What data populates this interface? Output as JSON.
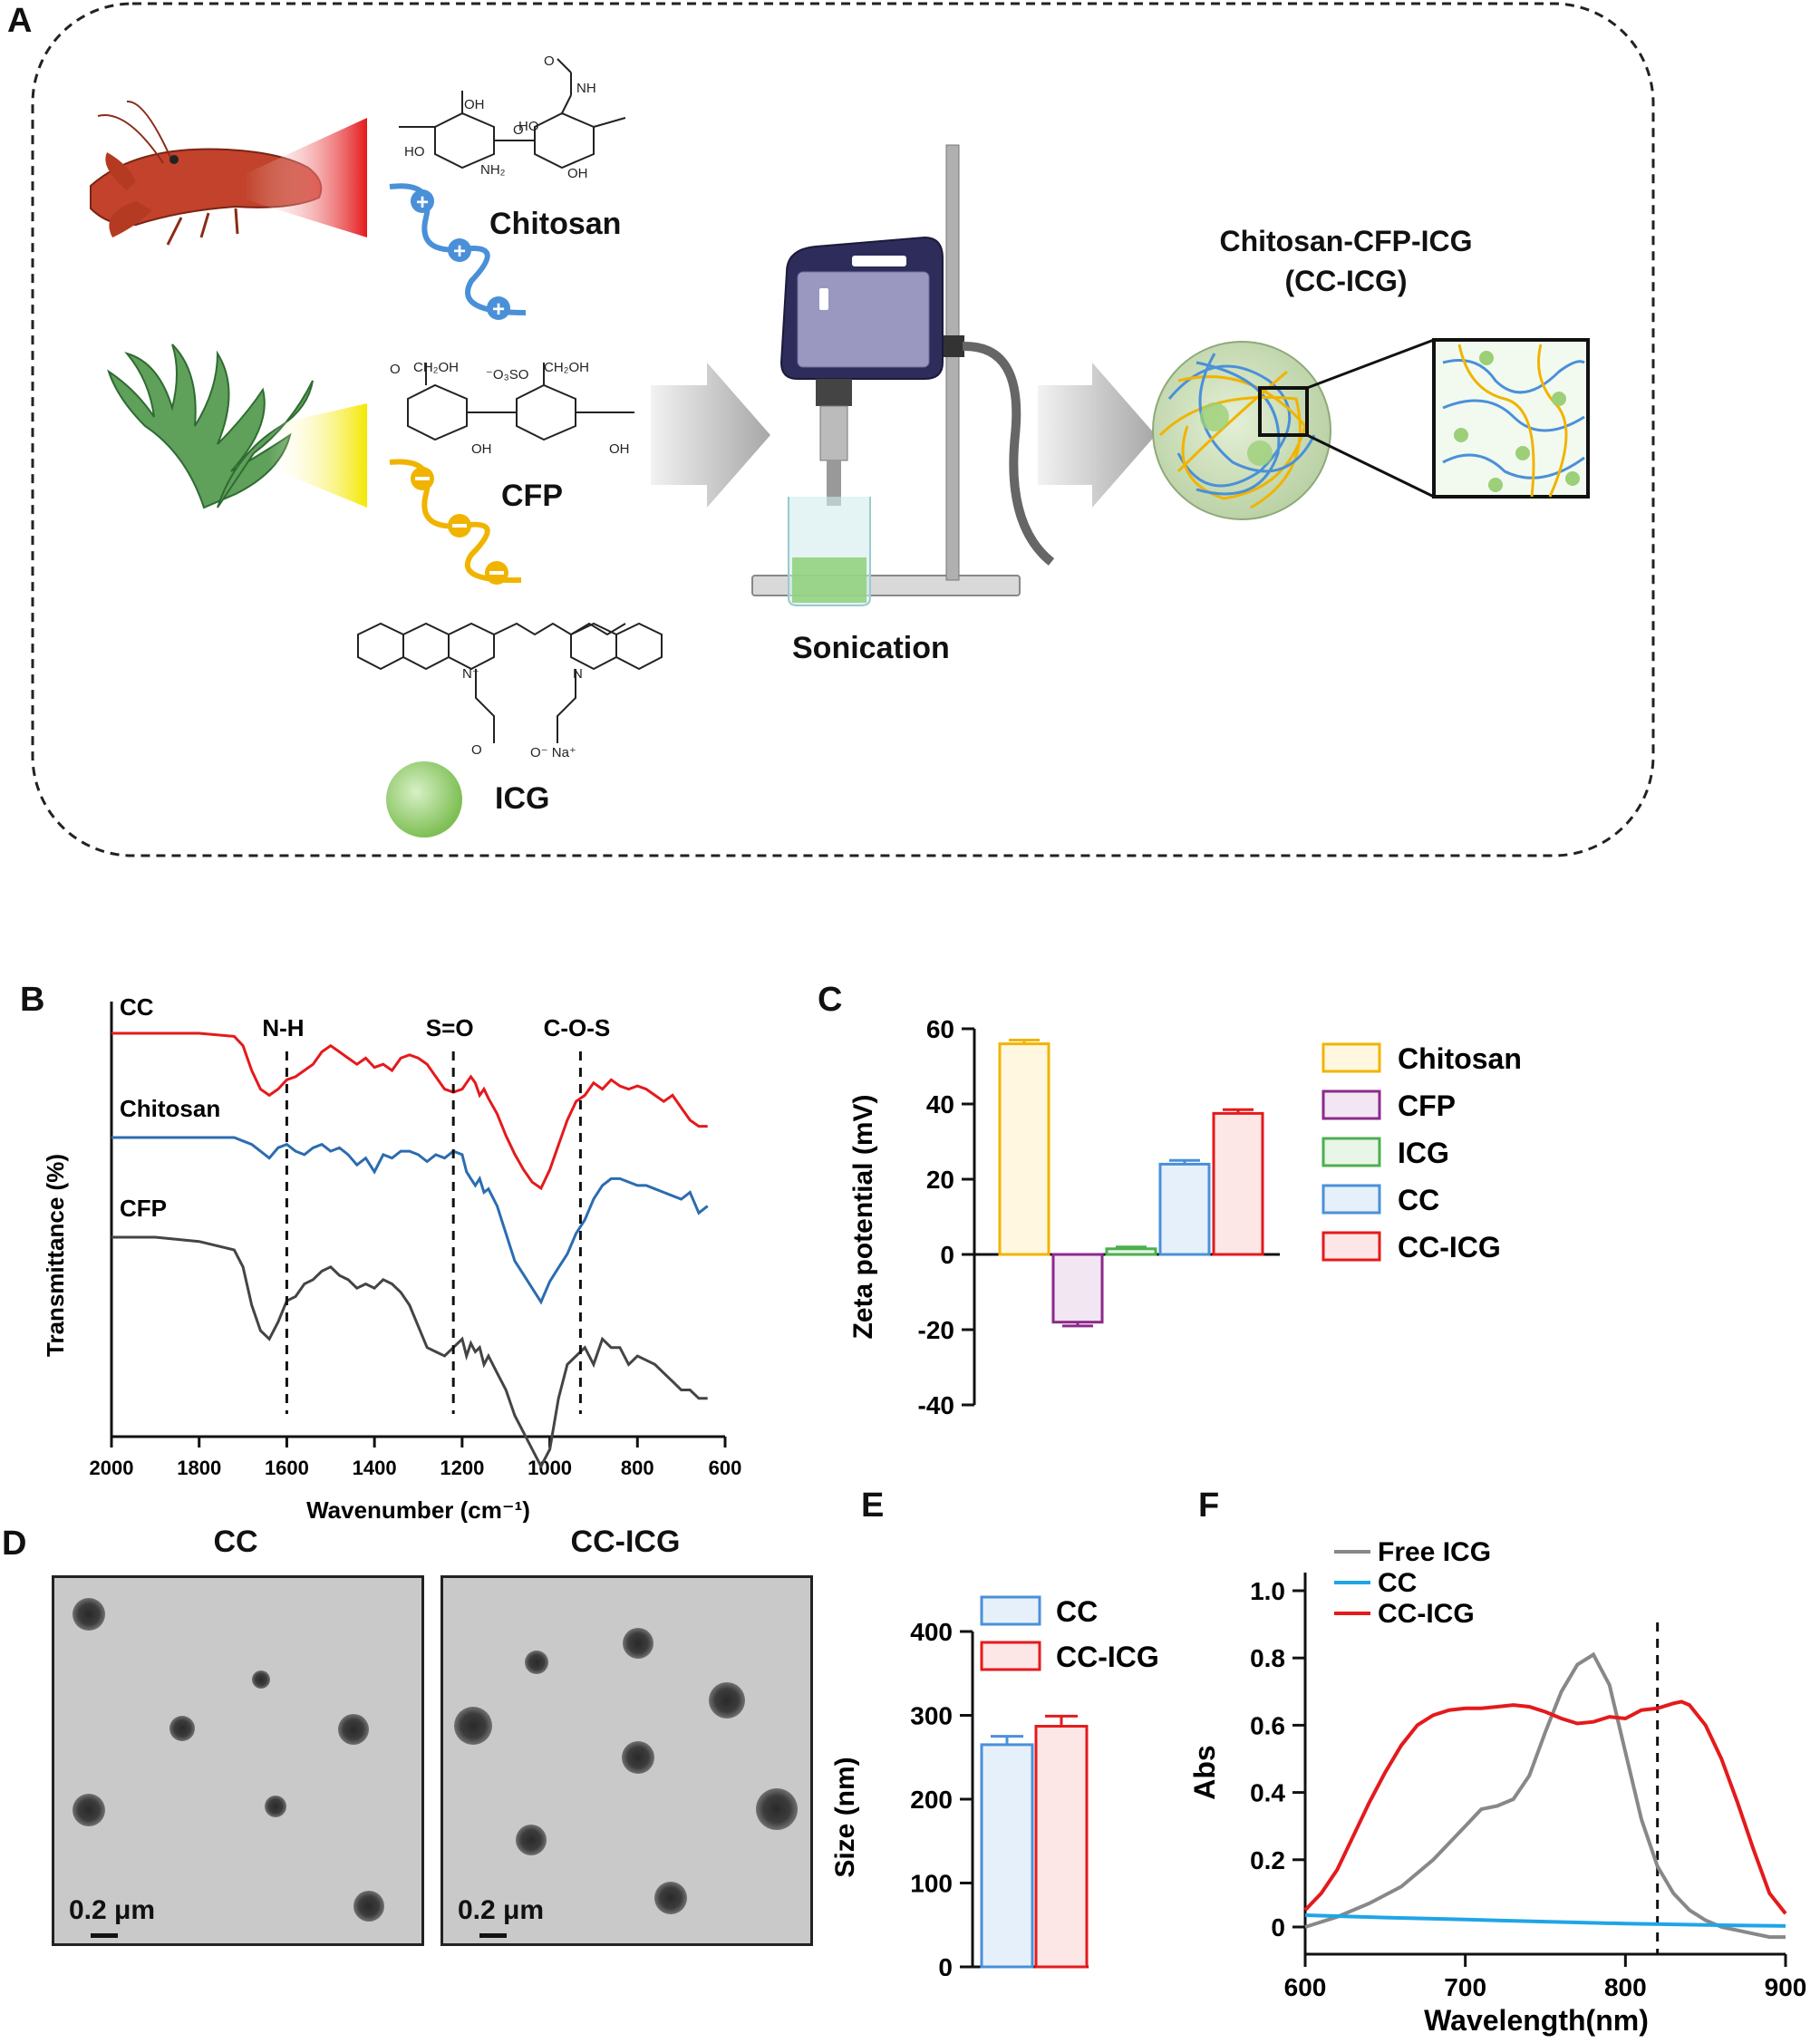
{
  "panels": {
    "A": {
      "letter": "A",
      "chem_labels": {
        "chitosan": "Chitosan",
        "cfp": "CFP",
        "icg": "ICG",
        "sonication": "Sonication",
        "product_line1": "Chitosan-CFP-ICG",
        "product_line2": "(CC-ICG)"
      },
      "structure_text": {
        "oh": "OH",
        "ho": "HO",
        "nh2": "NH₂",
        "nh": "NH",
        "o": "O",
        "ch2oh": "CH₂OH",
        "oso3": "⁻O₃SO",
        "na": "O⁻ Na⁺",
        "n_plus": "N⁺",
        "n": "N"
      },
      "colors": {
        "chitosan": "#4a90d9",
        "cfp": "#f0b400",
        "icg": "#8cc96a",
        "red_beam": "#e41a1c",
        "yellow_beam": "#f4e800"
      }
    },
    "B": {
      "letter": "B",
      "chart_data": {
        "type": "line",
        "xlabel": "Wavenumber (cm⁻¹)",
        "ylabel": "Transmittance (%)",
        "xlim": [
          2000,
          600
        ],
        "xticks": [
          "2000",
          "1800",
          "1600",
          "1400",
          "1200",
          "1000",
          "800",
          "600"
        ],
        "annotations": [
          {
            "label": "N-H",
            "x": 1600
          },
          {
            "label": "S=O",
            "x": 1220
          },
          {
            "label": "C-O-S",
            "x": 930
          }
        ],
        "series": [
          {
            "name": "CC",
            "color": "#e41a1c",
            "x": [
              2000,
              1900,
              1800,
              1720,
              1700,
              1680,
              1660,
              1640,
              1620,
              1600,
              1580,
              1560,
              1540,
              1520,
              1500,
              1480,
              1460,
              1440,
              1420,
              1400,
              1380,
              1360,
              1340,
              1320,
              1300,
              1280,
              1260,
              1240,
              1220,
              1200,
              1190,
              1180,
              1170,
              1160,
              1150,
              1140,
              1120,
              1100,
              1080,
              1060,
              1040,
              1020,
              1000,
              980,
              960,
              940,
              920,
              900,
              880,
              860,
              840,
              820,
              800,
              780,
              760,
              740,
              720,
              700,
              680,
              660,
              640
            ],
            "y": [
              100,
              100,
              100,
              99,
              96,
              88,
              82,
              80,
              82,
              85,
              86,
              88,
              90,
              94,
              96,
              94,
              92,
              90,
              92,
              89,
              90,
              88,
              92,
              93,
              92,
              90,
              86,
              82,
              81,
              82,
              84,
              86,
              84,
              80,
              82,
              79,
              74,
              67,
              61,
              56,
              52,
              50,
              56,
              64,
              72,
              78,
              80,
              84,
              82,
              85,
              83,
              82,
              83,
              82,
              80,
              78,
              80,
              76,
              72,
              70,
              70
            ]
          },
          {
            "name": "Chitosan",
            "color": "#2b6cb0",
            "x": [
              2000,
              1900,
              1800,
              1720,
              1700,
              1680,
              1660,
              1640,
              1620,
              1600,
              1580,
              1560,
              1540,
              1520,
              1500,
              1480,
              1460,
              1440,
              1420,
              1400,
              1380,
              1360,
              1340,
              1320,
              1300,
              1280,
              1260,
              1240,
              1220,
              1200,
              1190,
              1180,
              1170,
              1160,
              1150,
              1140,
              1120,
              1100,
              1080,
              1060,
              1040,
              1020,
              1000,
              980,
              960,
              940,
              920,
              900,
              880,
              860,
              840,
              820,
              800,
              780,
              760,
              740,
              720,
              700,
              680,
              660,
              640
            ],
            "y": [
              100,
              100,
              100,
              100,
              99,
              98,
              96,
              94,
              97,
              98,
              96,
              95,
              97,
              98,
              96,
              97,
              95,
              92,
              94,
              90,
              95,
              94,
              96,
              96,
              95,
              93,
              95,
              94,
              96,
              95,
              90,
              88,
              86,
              88,
              84,
              85,
              80,
              72,
              64,
              60,
              56,
              52,
              58,
              62,
              66,
              72,
              76,
              82,
              86,
              88,
              88,
              87,
              86,
              86,
              85,
              84,
              83,
              82,
              84,
              78,
              80
            ]
          },
          {
            "name": "CFP",
            "color": "#444444",
            "x": [
              2000,
              1900,
              1800,
              1720,
              1700,
              1680,
              1660,
              1640,
              1620,
              1600,
              1580,
              1560,
              1540,
              1520,
              1500,
              1480,
              1460,
              1440,
              1420,
              1400,
              1380,
              1360,
              1340,
              1320,
              1300,
              1280,
              1260,
              1240,
              1220,
              1200,
              1190,
              1180,
              1170,
              1160,
              1150,
              1140,
              1120,
              1100,
              1080,
              1060,
              1040,
              1020,
              1000,
              980,
              960,
              940,
              920,
              900,
              880,
              860,
              840,
              820,
              800,
              780,
              760,
              740,
              720,
              700,
              680,
              660,
              640
            ],
            "y": [
              100,
              100,
              99,
              97,
              93,
              84,
              78,
              76,
              80,
              85,
              86,
              89,
              90,
              92,
              93,
              91,
              90,
              88,
              89,
              88,
              90,
              89,
              87,
              84,
              79,
              74,
              73,
              72,
              74,
              76,
              72,
              75,
              73,
              74,
              70,
              72,
              68,
              64,
              58,
              54,
              50,
              46,
              50,
              62,
              70,
              72,
              74,
              70,
              76,
              74,
              74,
              70,
              72,
              71,
              70,
              68,
              66,
              64,
              64,
              62,
              62
            ]
          }
        ]
      }
    },
    "C": {
      "letter": "C",
      "chart_data": {
        "type": "bar",
        "ylabel": "Zeta potential (mV)",
        "ylim": [
          -40,
          60
        ],
        "yticks": [
          "60",
          "40",
          "20",
          "0",
          "-20",
          "-40"
        ],
        "categories": [
          "Chitosan",
          "CFP",
          "ICG",
          "CC",
          "CC-ICG"
        ],
        "values": [
          56,
          -18,
          1.5,
          24,
          37.5
        ],
        "errors": [
          1,
          1,
          0.5,
          1,
          1
        ],
        "edge_colors": [
          "#f0b400",
          "#8b2a8b",
          "#4caf50",
          "#4a90d9",
          "#e41a1c"
        ],
        "fill_colors": [
          "#fff7e0",
          "#f3e6f3",
          "#e9f5e6",
          "#e6f0fb",
          "#fde6e6"
        ],
        "legend": [
          "Chitosan",
          "CFP",
          "ICG",
          "CC",
          "CC-ICG"
        ]
      }
    },
    "D": {
      "letter": "D",
      "left_title": "CC",
      "right_title": "CC-ICG",
      "scale_left": "0.2 μm",
      "scale_right": "0.2 μm"
    },
    "E": {
      "letter": "E",
      "chart_data": {
        "type": "bar",
        "ylabel": "Size (nm)",
        "ylim": [
          0,
          400
        ],
        "yticks": [
          "400",
          "300",
          "200",
          "100",
          "0"
        ],
        "categories": [
          "CC",
          "CC-ICG"
        ],
        "values": [
          265,
          287
        ],
        "errors": [
          10,
          12
        ],
        "edge_colors": [
          "#4a90d9",
          "#e41a1c"
        ],
        "fill_colors": [
          "#e6f0fb",
          "#fde6e6"
        ],
        "legend": [
          "CC",
          "CC-ICG"
        ]
      }
    },
    "F": {
      "letter": "F",
      "chart_data": {
        "type": "line",
        "xlabel": "Wavelength(nm)",
        "ylabel": "Abs",
        "xlim": [
          600,
          900
        ],
        "ylim": [
          0,
          1.0
        ],
        "xticks": [
          "600",
          "700",
          "800",
          "900"
        ],
        "yticks": [
          "1.0",
          "0.8",
          "0.6",
          "0.4",
          "0.2",
          "0"
        ],
        "dashed_line_x": 820,
        "series": [
          {
            "name": "Free ICG",
            "color": "#888888",
            "x": [
              600,
              620,
              640,
              660,
              680,
              700,
              710,
              720,
              730,
              740,
              750,
              760,
              770,
              780,
              790,
              800,
              810,
              820,
              830,
              840,
              850,
              860,
              870,
              880,
              890,
              900
            ],
            "y": [
              0,
              0.03,
              0.07,
              0.12,
              0.2,
              0.3,
              0.35,
              0.36,
              0.38,
              0.45,
              0.58,
              0.7,
              0.78,
              0.81,
              0.72,
              0.52,
              0.32,
              0.18,
              0.1,
              0.05,
              0.02,
              0,
              -0.01,
              -0.02,
              -0.03,
              -0.03
            ]
          },
          {
            "name": "CC",
            "color": "#1fa5e6",
            "x": [
              600,
              650,
              700,
              750,
              800,
              850,
              900
            ],
            "y": [
              0.035,
              0.028,
              0.022,
              0.016,
              0.01,
              0.006,
              0.003
            ]
          },
          {
            "name": "CC-ICG",
            "color": "#e41a1c",
            "x": [
              600,
              610,
              620,
              630,
              640,
              650,
              660,
              670,
              680,
              690,
              700,
              710,
              720,
              730,
              740,
              750,
              760,
              770,
              780,
              790,
              800,
              810,
              820,
              830,
              835,
              840,
              850,
              860,
              870,
              880,
              890,
              900
            ],
            "y": [
              0.05,
              0.1,
              0.17,
              0.27,
              0.37,
              0.46,
              0.54,
              0.6,
              0.63,
              0.645,
              0.65,
              0.65,
              0.655,
              0.66,
              0.655,
              0.64,
              0.62,
              0.605,
              0.61,
              0.625,
              0.62,
              0.645,
              0.65,
              0.665,
              0.67,
              0.66,
              0.6,
              0.5,
              0.37,
              0.23,
              0.1,
              0.04
            ]
          }
        ]
      }
    }
  }
}
